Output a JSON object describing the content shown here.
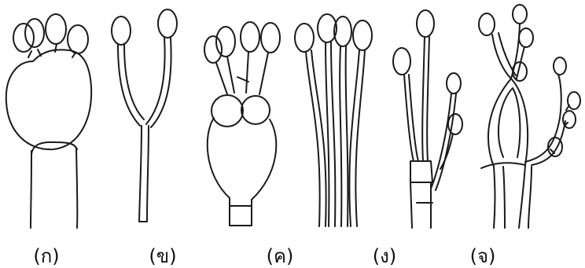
{
  "labels": [
    "(ก)",
    "(ข)",
    "(ค)",
    "(ง)",
    "(จ)"
  ],
  "colors": {
    "ink": "#1a1a1a",
    "background": "#ffffff"
  }
}
